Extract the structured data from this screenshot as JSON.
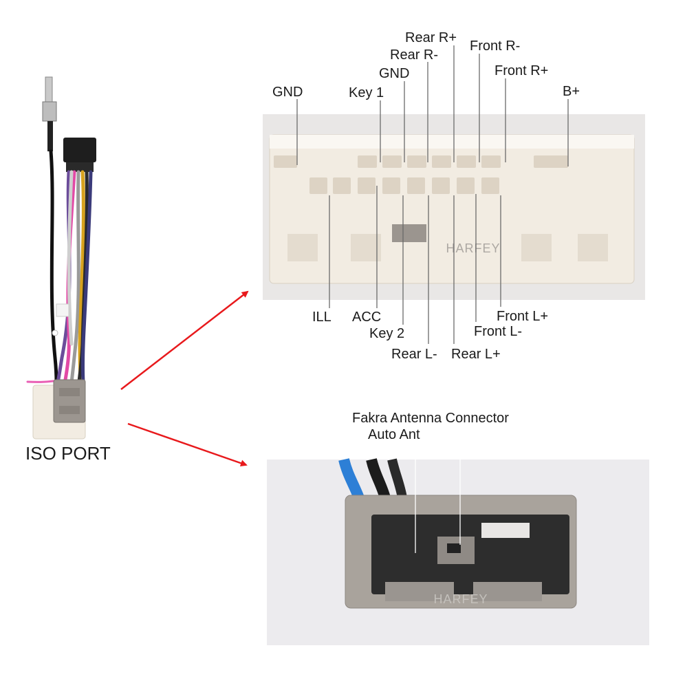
{
  "iso_port_label": "ISO PORT",
  "watermark": "HARFEY",
  "top_connector": {
    "top_labels": {
      "gnd_left": "GND",
      "key1": "Key 1",
      "gnd": "GND",
      "rear_r_minus": "Rear R-",
      "rear_r_plus": "Rear R+",
      "front_r_minus": "Front R-",
      "front_r_plus": "Front R+",
      "b_plus": "B+"
    },
    "bottom_labels": {
      "ill": "ILL",
      "acc": "ACC",
      "key2": "Key 2",
      "rear_l_minus": "Rear L-",
      "rear_l_plus": "Rear L+",
      "front_l_minus": "Front L-",
      "front_l_plus": "Front L+"
    }
  },
  "bottom_connector": {
    "fakra": "Fakra Antenna Connector",
    "auto_ant": "Auto Ant"
  },
  "colors": {
    "arrow": "#e8191c",
    "connector_white": "#f2ece2",
    "connector_gray": "#a9a39c"
  }
}
